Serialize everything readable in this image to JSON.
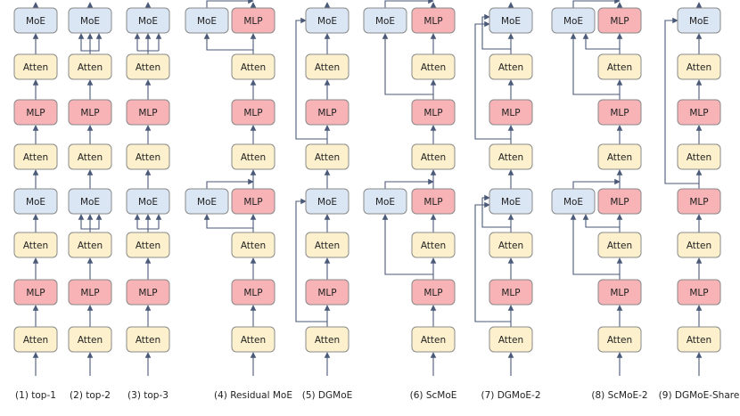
{
  "labels": {
    "moe": "MoE",
    "mlp": "MLP",
    "atten": "Atten"
  },
  "colors": {
    "moe_fill": "#dbe6f4",
    "mlp_fill": "#f7b3b6",
    "atten_fill": "#fdf1cd",
    "block_stroke": "#8a8a8a",
    "arrow": "#4a5a78"
  },
  "variants": [
    {
      "id": "top1",
      "caption": "(1) top-1",
      "stack": [
        "atten",
        "mlp",
        "atten",
        "moe",
        "atten",
        "mlp",
        "atten",
        "moe"
      ]
    },
    {
      "id": "top2",
      "caption": "(2) top-2",
      "stack": [
        "atten",
        "mlp",
        "atten",
        "moe",
        "atten",
        "mlp",
        "atten",
        "moe"
      ]
    },
    {
      "id": "top3",
      "caption": "(3) top-3",
      "stack": [
        "atten",
        "mlp",
        "atten",
        "moe",
        "atten",
        "mlp",
        "atten",
        "moe"
      ]
    },
    {
      "id": "residual",
      "caption": "(4) Residual MoE",
      "stack": [
        "atten",
        "mlp",
        "atten",
        "mlp",
        "atten",
        "mlp",
        "atten",
        "mlp"
      ],
      "side_moe": true
    },
    {
      "id": "dgmoe",
      "caption": "(5) DGMoE",
      "stack": [
        "atten",
        "mlp",
        "atten",
        "moe",
        "atten",
        "mlp",
        "atten",
        "moe"
      ]
    },
    {
      "id": "scmoe",
      "caption": "(6) ScMoE",
      "stack": [
        "atten",
        "mlp",
        "atten",
        "mlp",
        "atten",
        "mlp",
        "atten",
        "mlp"
      ],
      "side_moe": true
    },
    {
      "id": "dgmoe2",
      "caption": "(7) DGMoE-2",
      "stack": [
        "atten",
        "mlp",
        "atten",
        "moe",
        "atten",
        "mlp",
        "atten",
        "moe"
      ]
    },
    {
      "id": "scmoe2",
      "caption": "(8) ScMoE-2",
      "stack": [
        "atten",
        "mlp",
        "atten",
        "mlp",
        "atten",
        "mlp",
        "atten",
        "mlp"
      ],
      "side_moe": true
    },
    {
      "id": "dgmoeshare",
      "caption": "(9) DGMoE-Share",
      "stack": [
        "atten",
        "mlp",
        "atten",
        "mlp",
        "atten",
        "mlp",
        "atten",
        "moe"
      ]
    }
  ]
}
